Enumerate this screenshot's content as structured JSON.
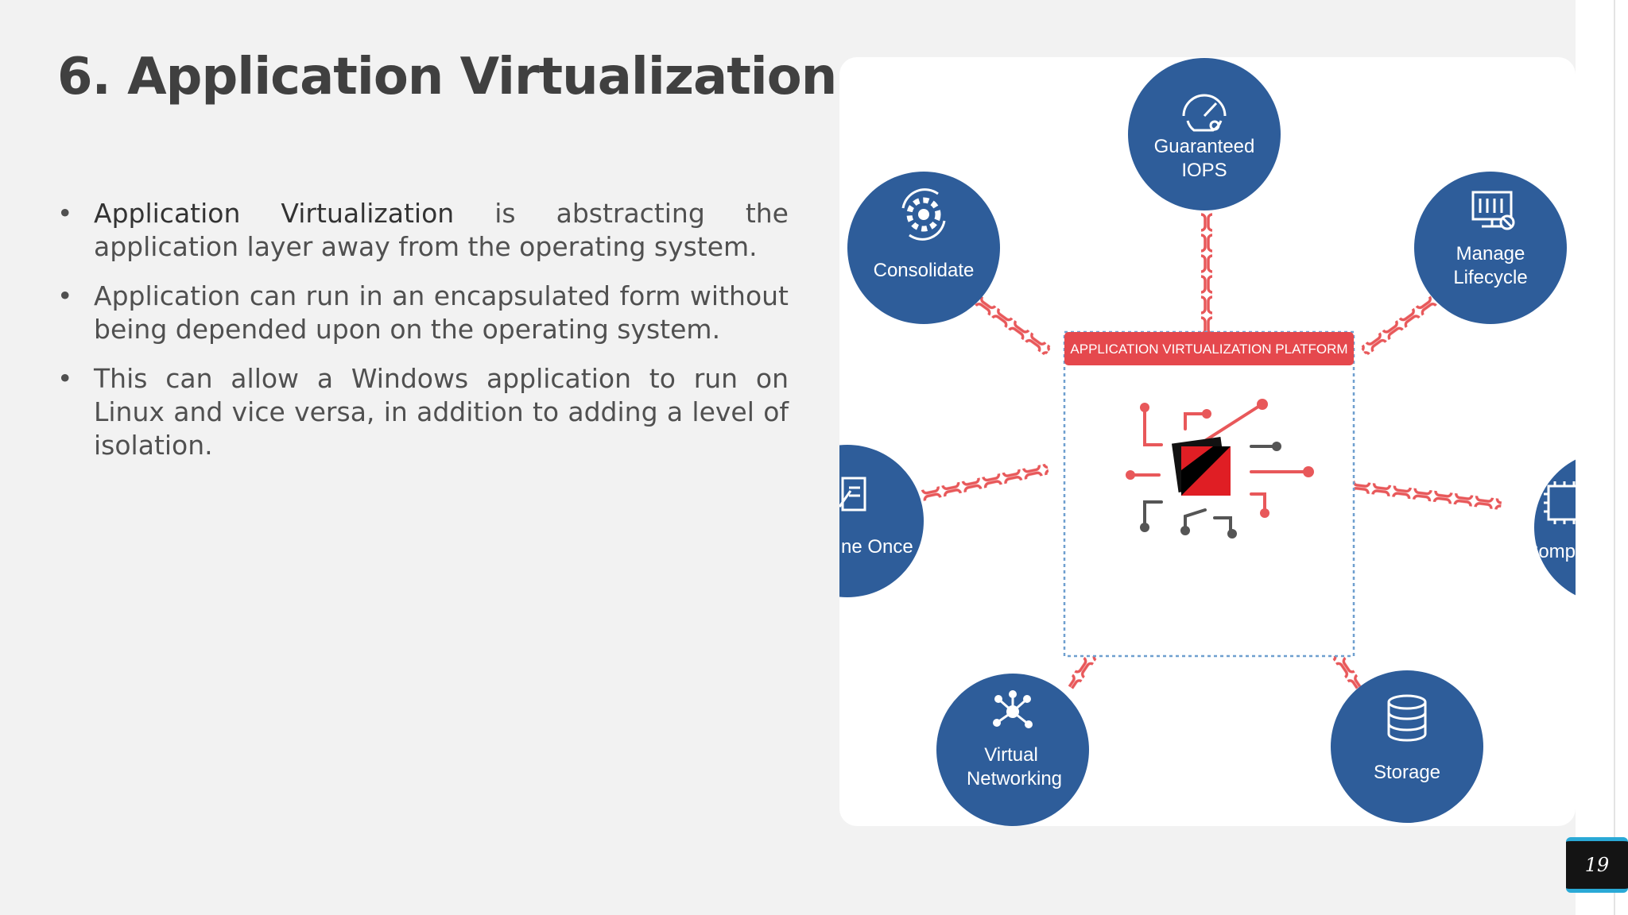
{
  "slide": {
    "title": "6. Application Virtualization",
    "number": "19"
  },
  "bullets": [
    {
      "lead": "Application Virtualization",
      "text": " is abstracting the application layer away from the operating system."
    },
    {
      "lead": "",
      "text": "Application can run in an encapsulated form without being depended upon on the operating system."
    },
    {
      "lead": "",
      "text": "This can allow a Windows application to run on Linux and vice versa, in addition to adding a level of isolation."
    }
  ],
  "diagram": {
    "platform_label": "APPLICATION VIRTUALIZATION PLATFORM",
    "nodes": {
      "iops": [
        "Guaranteed",
        "IOPS"
      ],
      "consolidate": "Consolidate",
      "lifecycle": [
        "Manage",
        "Lifecycle"
      ],
      "left_partial": "ne Once",
      "right_partial": "Comp",
      "networking": [
        "Virtual",
        "Networking"
      ],
      "storage": "Storage"
    },
    "icons": {
      "iops": "speedometer-icon",
      "consolidate": "gear-cycle-icon",
      "lifecycle": "monitor-settings-icon",
      "left_partial": "document-edit-icon",
      "right_partial": "chip-icon",
      "networking": "network-hub-icon",
      "storage": "database-icon"
    },
    "colors": {
      "node": "#2e5d9a",
      "chain": "#e8585a",
      "platform_header": "#e5484d",
      "border_dotted": "#6f9fcf"
    }
  }
}
